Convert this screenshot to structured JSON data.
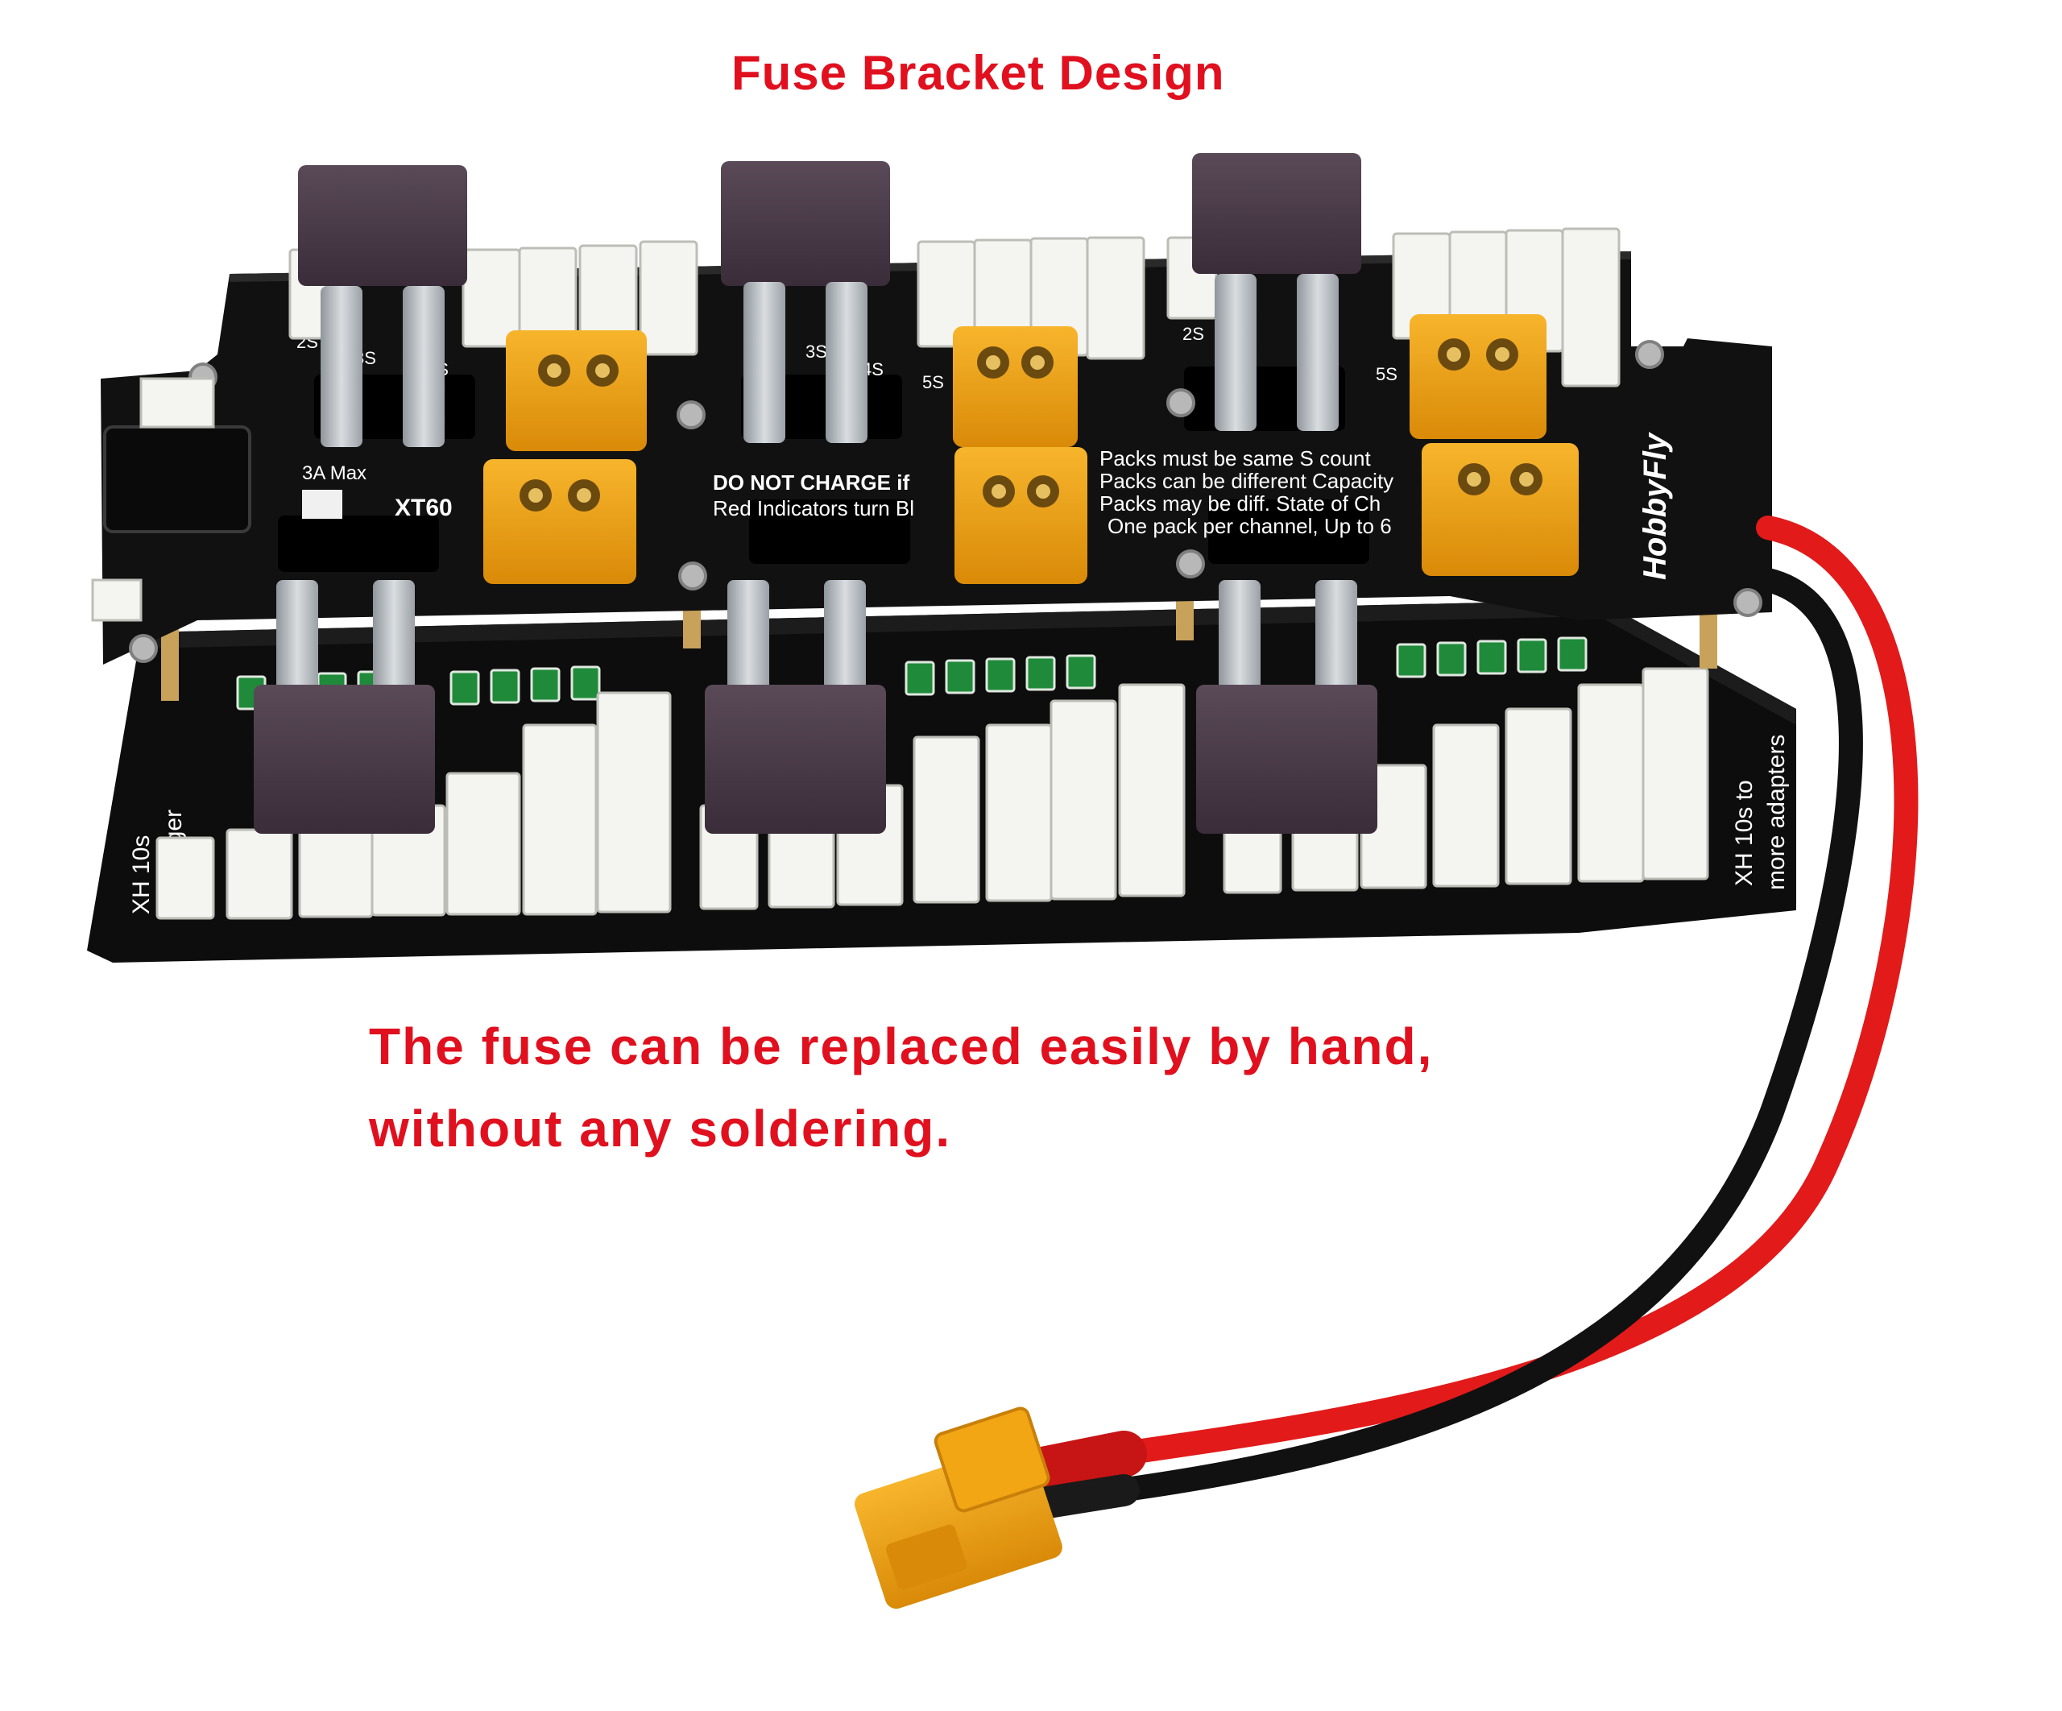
{
  "title": "Fuse Bracket Design",
  "caption": {
    "line1": "The fuse can be replaced easily by hand,",
    "line2": "without any soldering."
  },
  "colors": {
    "caption": "#e0101e",
    "board": "#121212",
    "fuse": "#4a3a48",
    "xt60": "#f2a614",
    "wire_red": "#e21a1a",
    "wire_black": "#111111",
    "header": "#f4f4f0"
  },
  "board_labels": {
    "brand": "HobbyFly",
    "max_current": "3A Max",
    "xt60": "XT60",
    "warning": "DO NOT CHARGE if",
    "warning2": "Red Indicators turn Bl",
    "rule1": "Packs must be same S count",
    "rule2": "Packs can be different Capacity",
    "rule3": "Packs may be diff. State of Ch",
    "rule4": "One pack per channel, Up to 6",
    "s2": "2S",
    "s3": "3S",
    "s4": "4S",
    "s5": "5S",
    "xh_left_1": "XH 10s",
    "xh_left_2": "to charger",
    "xh_right_1": "XH 10s to",
    "xh_right_2": "more adapters"
  }
}
